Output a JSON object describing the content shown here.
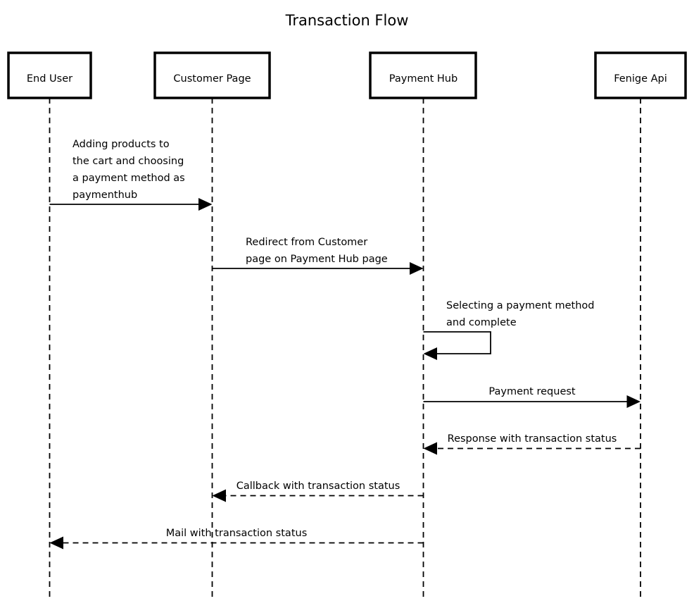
{
  "title": "Transaction Flow",
  "actors": [
    {
      "id": "end-user",
      "label": "End User"
    },
    {
      "id": "customer-page",
      "label": "Customer Page"
    },
    {
      "id": "payment-hub",
      "label": "Payment Hub"
    },
    {
      "id": "fenige-api",
      "label": "Fenige Api"
    }
  ],
  "messages": [
    {
      "from": "end-user",
      "to": "customer-page",
      "style": "solid",
      "lines": [
        "Adding products to",
        "the cart and choosing",
        "a payment method as",
        "paymenthub"
      ]
    },
    {
      "from": "customer-page",
      "to": "payment-hub",
      "style": "solid",
      "lines": [
        "Redirect from Customer",
        "page on Payment Hub page"
      ]
    },
    {
      "from": "payment-hub",
      "to": "payment-hub",
      "style": "solid",
      "lines": [
        "Selecting a payment method",
        "and complete"
      ]
    },
    {
      "from": "payment-hub",
      "to": "fenige-api",
      "style": "solid",
      "lines": [
        "Payment request"
      ]
    },
    {
      "from": "fenige-api",
      "to": "payment-hub",
      "style": "dashed",
      "lines": [
        "Response with transaction status"
      ]
    },
    {
      "from": "payment-hub",
      "to": "customer-page",
      "style": "dashed",
      "lines": [
        "Callback with transaction status"
      ]
    },
    {
      "from": "payment-hub",
      "to": "end-user",
      "style": "dashed",
      "lines": [
        "Mail with transaction status"
      ]
    }
  ]
}
